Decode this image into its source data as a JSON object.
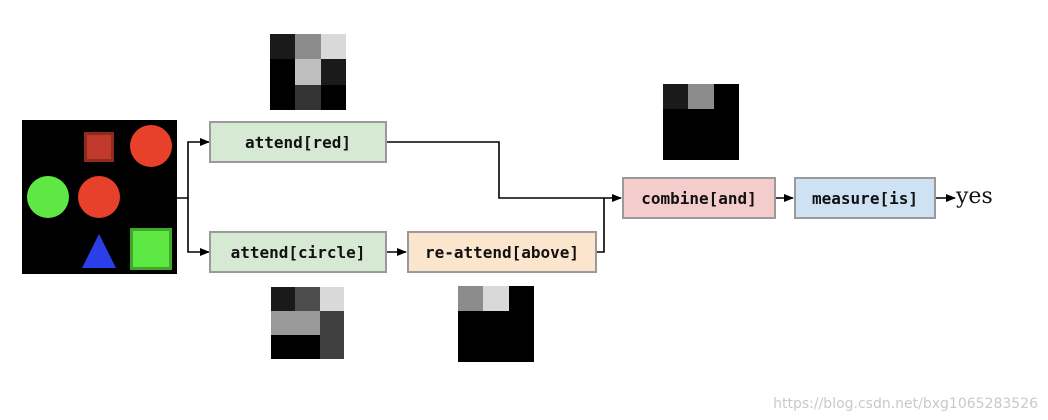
{
  "modules": {
    "attend_red": "attend[red]",
    "attend_circle": "attend[circle]",
    "re_attend_above": "re-attend[above]",
    "combine_and": "combine[and]",
    "measure_is": "measure[is]"
  },
  "output": "yes",
  "attention_maps": {
    "attend_red": [
      [
        0.1,
        0.55,
        0.85
      ],
      [
        0.0,
        0.75,
        0.1
      ],
      [
        0.0,
        0.2,
        0.0
      ]
    ],
    "attend_circle": [
      [
        0.1,
        0.3,
        0.85
      ],
      [
        0.6,
        0.6,
        0.25
      ],
      [
        0.0,
        0.0,
        0.25
      ]
    ],
    "re_attend_above": [
      [
        0.55,
        0.85,
        0.0
      ],
      [
        0.0,
        0.0,
        0.0
      ],
      [
        0.0,
        0.0,
        0.0
      ]
    ],
    "combine_and": [
      [
        0.1,
        0.55,
        0.0
      ],
      [
        0.0,
        0.0,
        0.0
      ],
      [
        0.0,
        0.0,
        0.0
      ]
    ]
  },
  "colors": {
    "scene_background": "#000000",
    "red_shape": "#e8412b",
    "dark_red_shape": "#c0392b",
    "green_shape": "#5ee843",
    "blue_shape": "#2b3fe8",
    "green_module": "#d6ead3",
    "orange_module": "#fce5cd",
    "red_module": "#f4cccc",
    "blue_module": "#cfe2f3"
  },
  "watermark": "https://blog.csdn.net/bxg1065283526"
}
